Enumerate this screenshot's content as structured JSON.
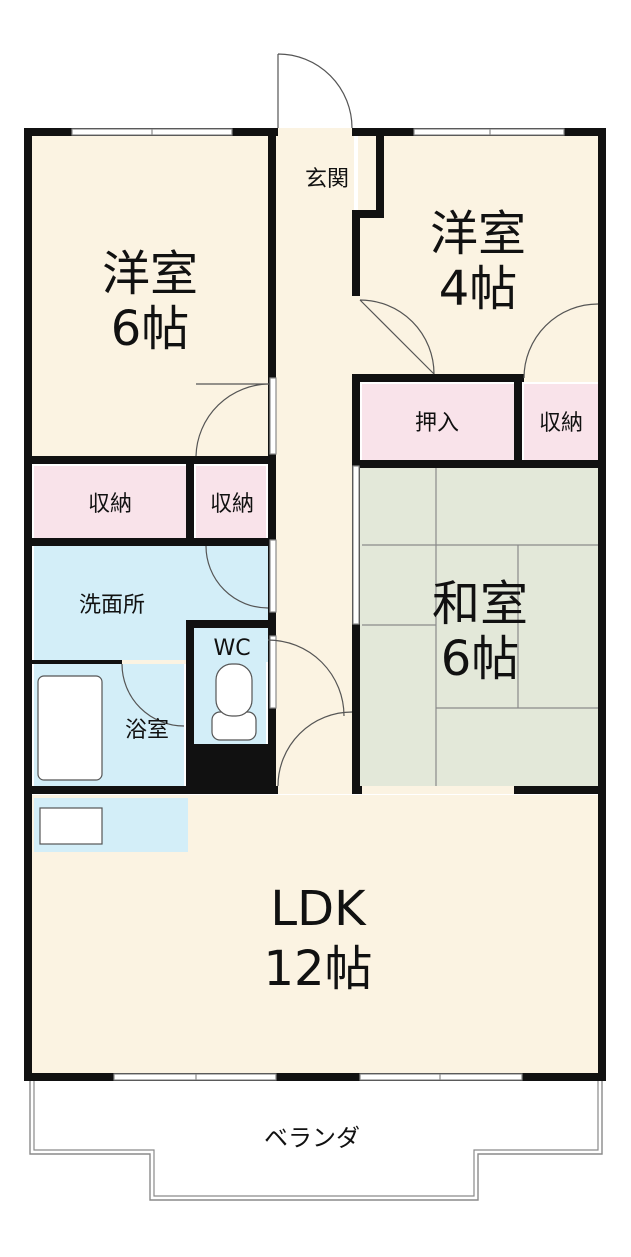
{
  "colors": {
    "wall": "#111111",
    "room_beige": "#fbf3e2",
    "storage_pink": "#f9e3ea",
    "water_blue": "#d3eef8",
    "tatami_green": "#e3e8d9",
    "outline": "#8a8a8a"
  },
  "rooms": {
    "western_large": {
      "name": "洋室",
      "size": "6帖"
    },
    "western_small": {
      "name": "洋室",
      "size": "4帖"
    },
    "japanese": {
      "name": "和室",
      "size": "6帖"
    },
    "ldk": {
      "name": "LDK",
      "size": "12帖"
    }
  },
  "labels": {
    "entrance": "玄関",
    "oshiire": "押入",
    "storage_right": "収納",
    "storage_left_1": "収納",
    "storage_left_2": "収納",
    "washroom": "洗面所",
    "toilet": "WC",
    "bathroom": "浴室",
    "veranda": "ベランダ"
  }
}
